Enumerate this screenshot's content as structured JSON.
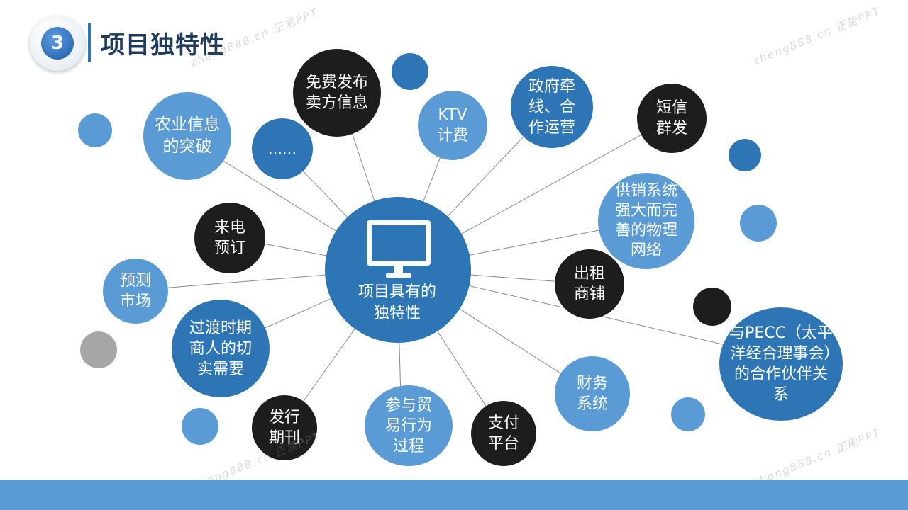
{
  "header": {
    "number": "3",
    "title": "项目独特性"
  },
  "center": {
    "label_line1": "项目具有的",
    "label_line2": "独特性",
    "icon": "monitor-icon"
  },
  "nodes": {
    "agri": "农业信息的突破",
    "dots": "……",
    "publish": "免费发布卖方信息",
    "ktv": "KTV计费",
    "gov": "政府牵线、合作运营",
    "sms": "短信群发",
    "supply": "供销系统强大而完善的物理网络",
    "incall": "来电预订",
    "forecast": "预测市场",
    "rent": "出租商铺",
    "transition": "过渡时期商人的切实需要",
    "pecc": "与PECC（太平洋经合理事会）的合作伙伴关系",
    "finance": "财务系统",
    "trade": "参与贸易行为过程",
    "pay": "支付平台",
    "journal": "发行期刊"
  },
  "watermark": "zheng888.cn 正能PPT",
  "colors": {
    "light": "#5b9bd5",
    "mid": "#2e75b6",
    "dark": "#1d1d1d",
    "grey": "#a6a6a6",
    "line": "#8a8a8a"
  }
}
